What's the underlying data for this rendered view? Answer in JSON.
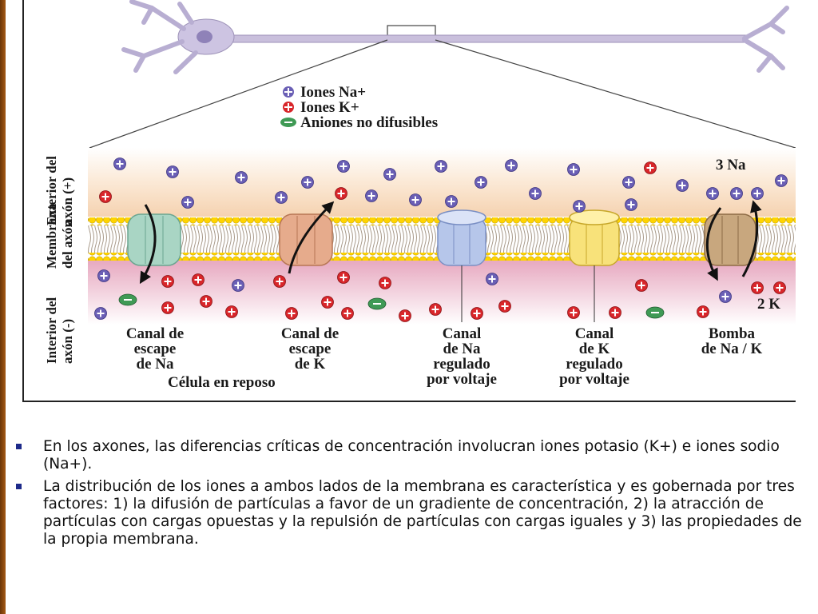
{
  "legend": {
    "na": "Iones Na+",
    "k": "Iones K+",
    "anion": "Aniones no difusibles"
  },
  "side_labels": {
    "exterior": [
      "Exterior del",
      "axón (+)"
    ],
    "membrana": [
      "Membrana",
      "del axón"
    ],
    "interior": [
      "Interior del",
      "axón (-)"
    ]
  },
  "channels": [
    [
      "Canal de",
      "escape",
      "de Na"
    ],
    [
      "Canal de",
      "escape",
      "de K"
    ],
    [
      "Canal",
      "de Na",
      "regulado",
      "por voltaje"
    ],
    [
      "Canal",
      "de K",
      "regulado",
      "por voltaje"
    ],
    [
      "Bomba",
      "de Na / K"
    ]
  ],
  "pump": {
    "top": "3 Na",
    "bottom": "2 K"
  },
  "caption": "Célula en reposo",
  "colors": {
    "na_ion": "#6a5fb5",
    "k_ion": "#d8262a",
    "anion": "#3f9a55",
    "outside": "#f7dcc0",
    "inside": "#efc2d2",
    "lipid_head": "#ffd400",
    "bullet": "#1d2a8a"
  },
  "bullets": [
    "En los axones, las diferencias críticas de concentración involucran iones potasio (K+) e iones sodio (Na+).",
    "La distribución de los iones a ambos lados de la membrana es característica y es gobernada por tres factores: 1) la difusión de partículas a favor de un gradiente de concentración, 2) la atracción de partículas con cargas opuestas y la repulsión de partículas con cargas iguales y 3) las propiedades de la propia membrana."
  ]
}
